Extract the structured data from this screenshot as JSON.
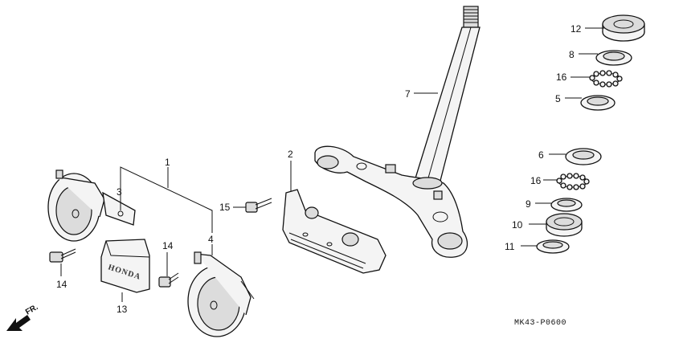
{
  "diagram": {
    "code": "MK43-P0600",
    "direction_label": "FR.",
    "brand_text": "HONDA",
    "callouts": [
      {
        "id": "c1",
        "text": "1"
      },
      {
        "id": "c2",
        "text": "2"
      },
      {
        "id": "c3",
        "text": "3"
      },
      {
        "id": "c4",
        "text": "4"
      },
      {
        "id": "c5",
        "text": "5"
      },
      {
        "id": "c6",
        "text": "6"
      },
      {
        "id": "c7",
        "text": "7"
      },
      {
        "id": "c8",
        "text": "8"
      },
      {
        "id": "c9",
        "text": "9"
      },
      {
        "id": "c10",
        "text": "10"
      },
      {
        "id": "c11",
        "text": "11"
      },
      {
        "id": "c12",
        "text": "12"
      },
      {
        "id": "c13",
        "text": "13"
      },
      {
        "id": "c14a",
        "text": "14"
      },
      {
        "id": "c14b",
        "text": "14"
      },
      {
        "id": "c15",
        "text": "15"
      },
      {
        "id": "c16a",
        "text": "16"
      },
      {
        "id": "c16b",
        "text": "16"
      }
    ]
  }
}
